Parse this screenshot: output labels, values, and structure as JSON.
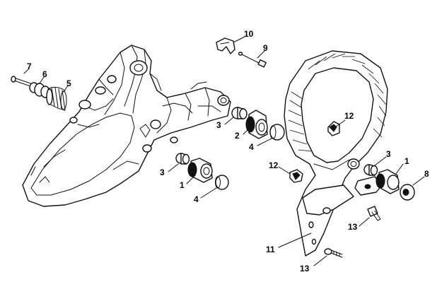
{
  "callouts": {
    "c1": "1",
    "c1b": "1",
    "c2": "2",
    "c3": "3",
    "c3b": "3",
    "c3c": "3",
    "c4": "4",
    "c4b": "4",
    "c5": "5",
    "c6": "6",
    "c7": "7",
    "c8": "8",
    "c9": "9",
    "c10": "10",
    "c11": "11",
    "c12": "12",
    "c12b": "12",
    "c13": "13",
    "c13b": "13"
  }
}
